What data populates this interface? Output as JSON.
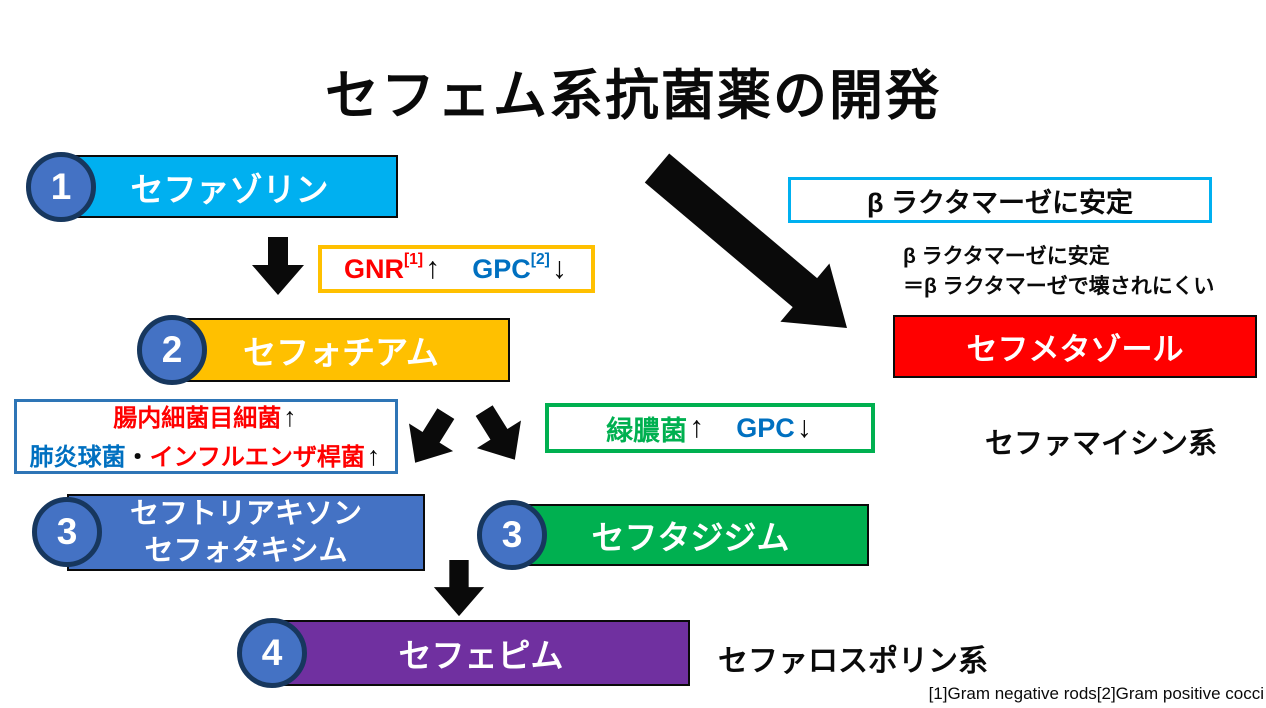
{
  "title": "セフェム系抗菌薬の開発",
  "generations": [
    {
      "number": "1",
      "name": "セファゾリン"
    },
    {
      "number": "2",
      "name": "セフォチアム"
    },
    {
      "number": "3",
      "name_line1": "セフトリアキソン",
      "name_line2": "セフォタキシム"
    },
    {
      "number": "3",
      "name": "セフタジジム"
    },
    {
      "number": "4",
      "name": "セフェピム"
    }
  ],
  "cefmetazole": {
    "name": "セフメタゾール"
  },
  "callouts": {
    "gnr_gpc": {
      "gnr": "GNR",
      "gnr_sup": "[1]",
      "up_arrow": "↑",
      "gpc": "GPC",
      "gpc_sup": "[2]",
      "down_arrow": "↓"
    },
    "enteric": {
      "line1_red": "腸内細菌目細菌",
      "line1_arrow": "↑",
      "line2_blue": "肺炎球菌",
      "line2_sep": "・",
      "line2_red": "インフルエンザ桿菌",
      "line2_arrow": "↑"
    },
    "pseudomonas": {
      "green": "緑膿菌",
      "up_arrow": "↑",
      "gpc": "GPC",
      "down_arrow": "↓"
    },
    "beta_stable": "β ラクタマーゼに安定"
  },
  "notes": {
    "beta_line1": "β ラクタマーゼに安定",
    "beta_line2": "＝β ラクタマーゼで壊されにくい"
  },
  "class_labels": {
    "cephamycin": "セファマイシン系",
    "cephalosporin": "セファロスポリン系"
  },
  "footnote": "[1]Gram negative rods[2]Gram positive cocci",
  "colors": {
    "gen1_fill": "#00B0F0",
    "gen2_fill": "#FFC000",
    "gen3a_fill": "#4472C4",
    "gen3b_fill": "#00B050",
    "gen4_fill": "#7030A0",
    "cefmetazole_fill": "#FF0000",
    "badge_fill": "#4472C4",
    "badge_ring": "#17375E",
    "red_text": "#FF0000",
    "blue_text": "#0070C0",
    "green_text": "#00B050",
    "gnr_border": "#FFC000",
    "enteric_border": "#2E75B6",
    "pseudo_border": "#00B050",
    "beta_border": "#00B0F0"
  }
}
